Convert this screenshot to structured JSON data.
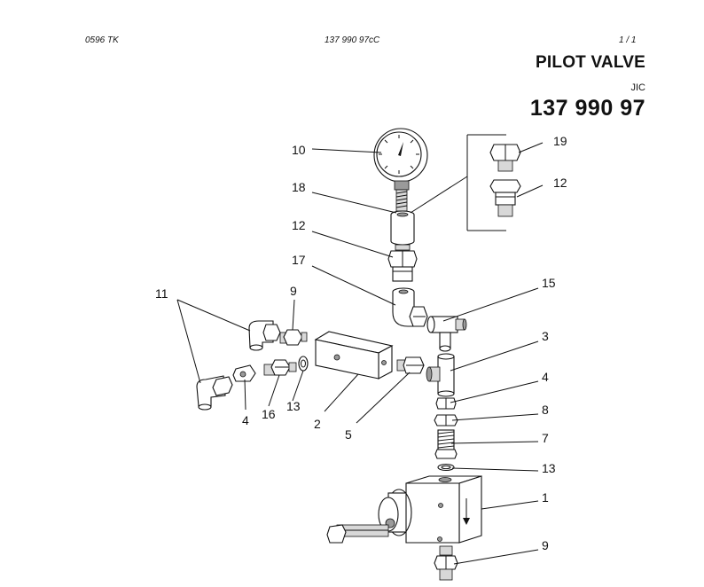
{
  "header": {
    "left": "0596 TK",
    "center": "137 990 97cC",
    "right": "1 / 1"
  },
  "title": "PILOT VALVE",
  "subtitle": "JIC",
  "part_number": "137 990 97",
  "callouts": {
    "gauge": "10",
    "adapter_top": "18",
    "union_top": "12",
    "elbow_top": "17",
    "tee_top": "15",
    "tee_mid": "3",
    "nipple_mid": "4",
    "nut": "8",
    "spring_fitting": "7",
    "washer_low": "13",
    "valve_body": "1",
    "bottom_fitting": "9",
    "inset_fitting_a": "19",
    "inset_fitting_b": "12",
    "elbows_left": "11",
    "fitting_left_top": "9",
    "nipple_left": "4",
    "union_left": "16",
    "washer_left": "13",
    "manifold_block": "2",
    "fitting_right_block": "5"
  }
}
